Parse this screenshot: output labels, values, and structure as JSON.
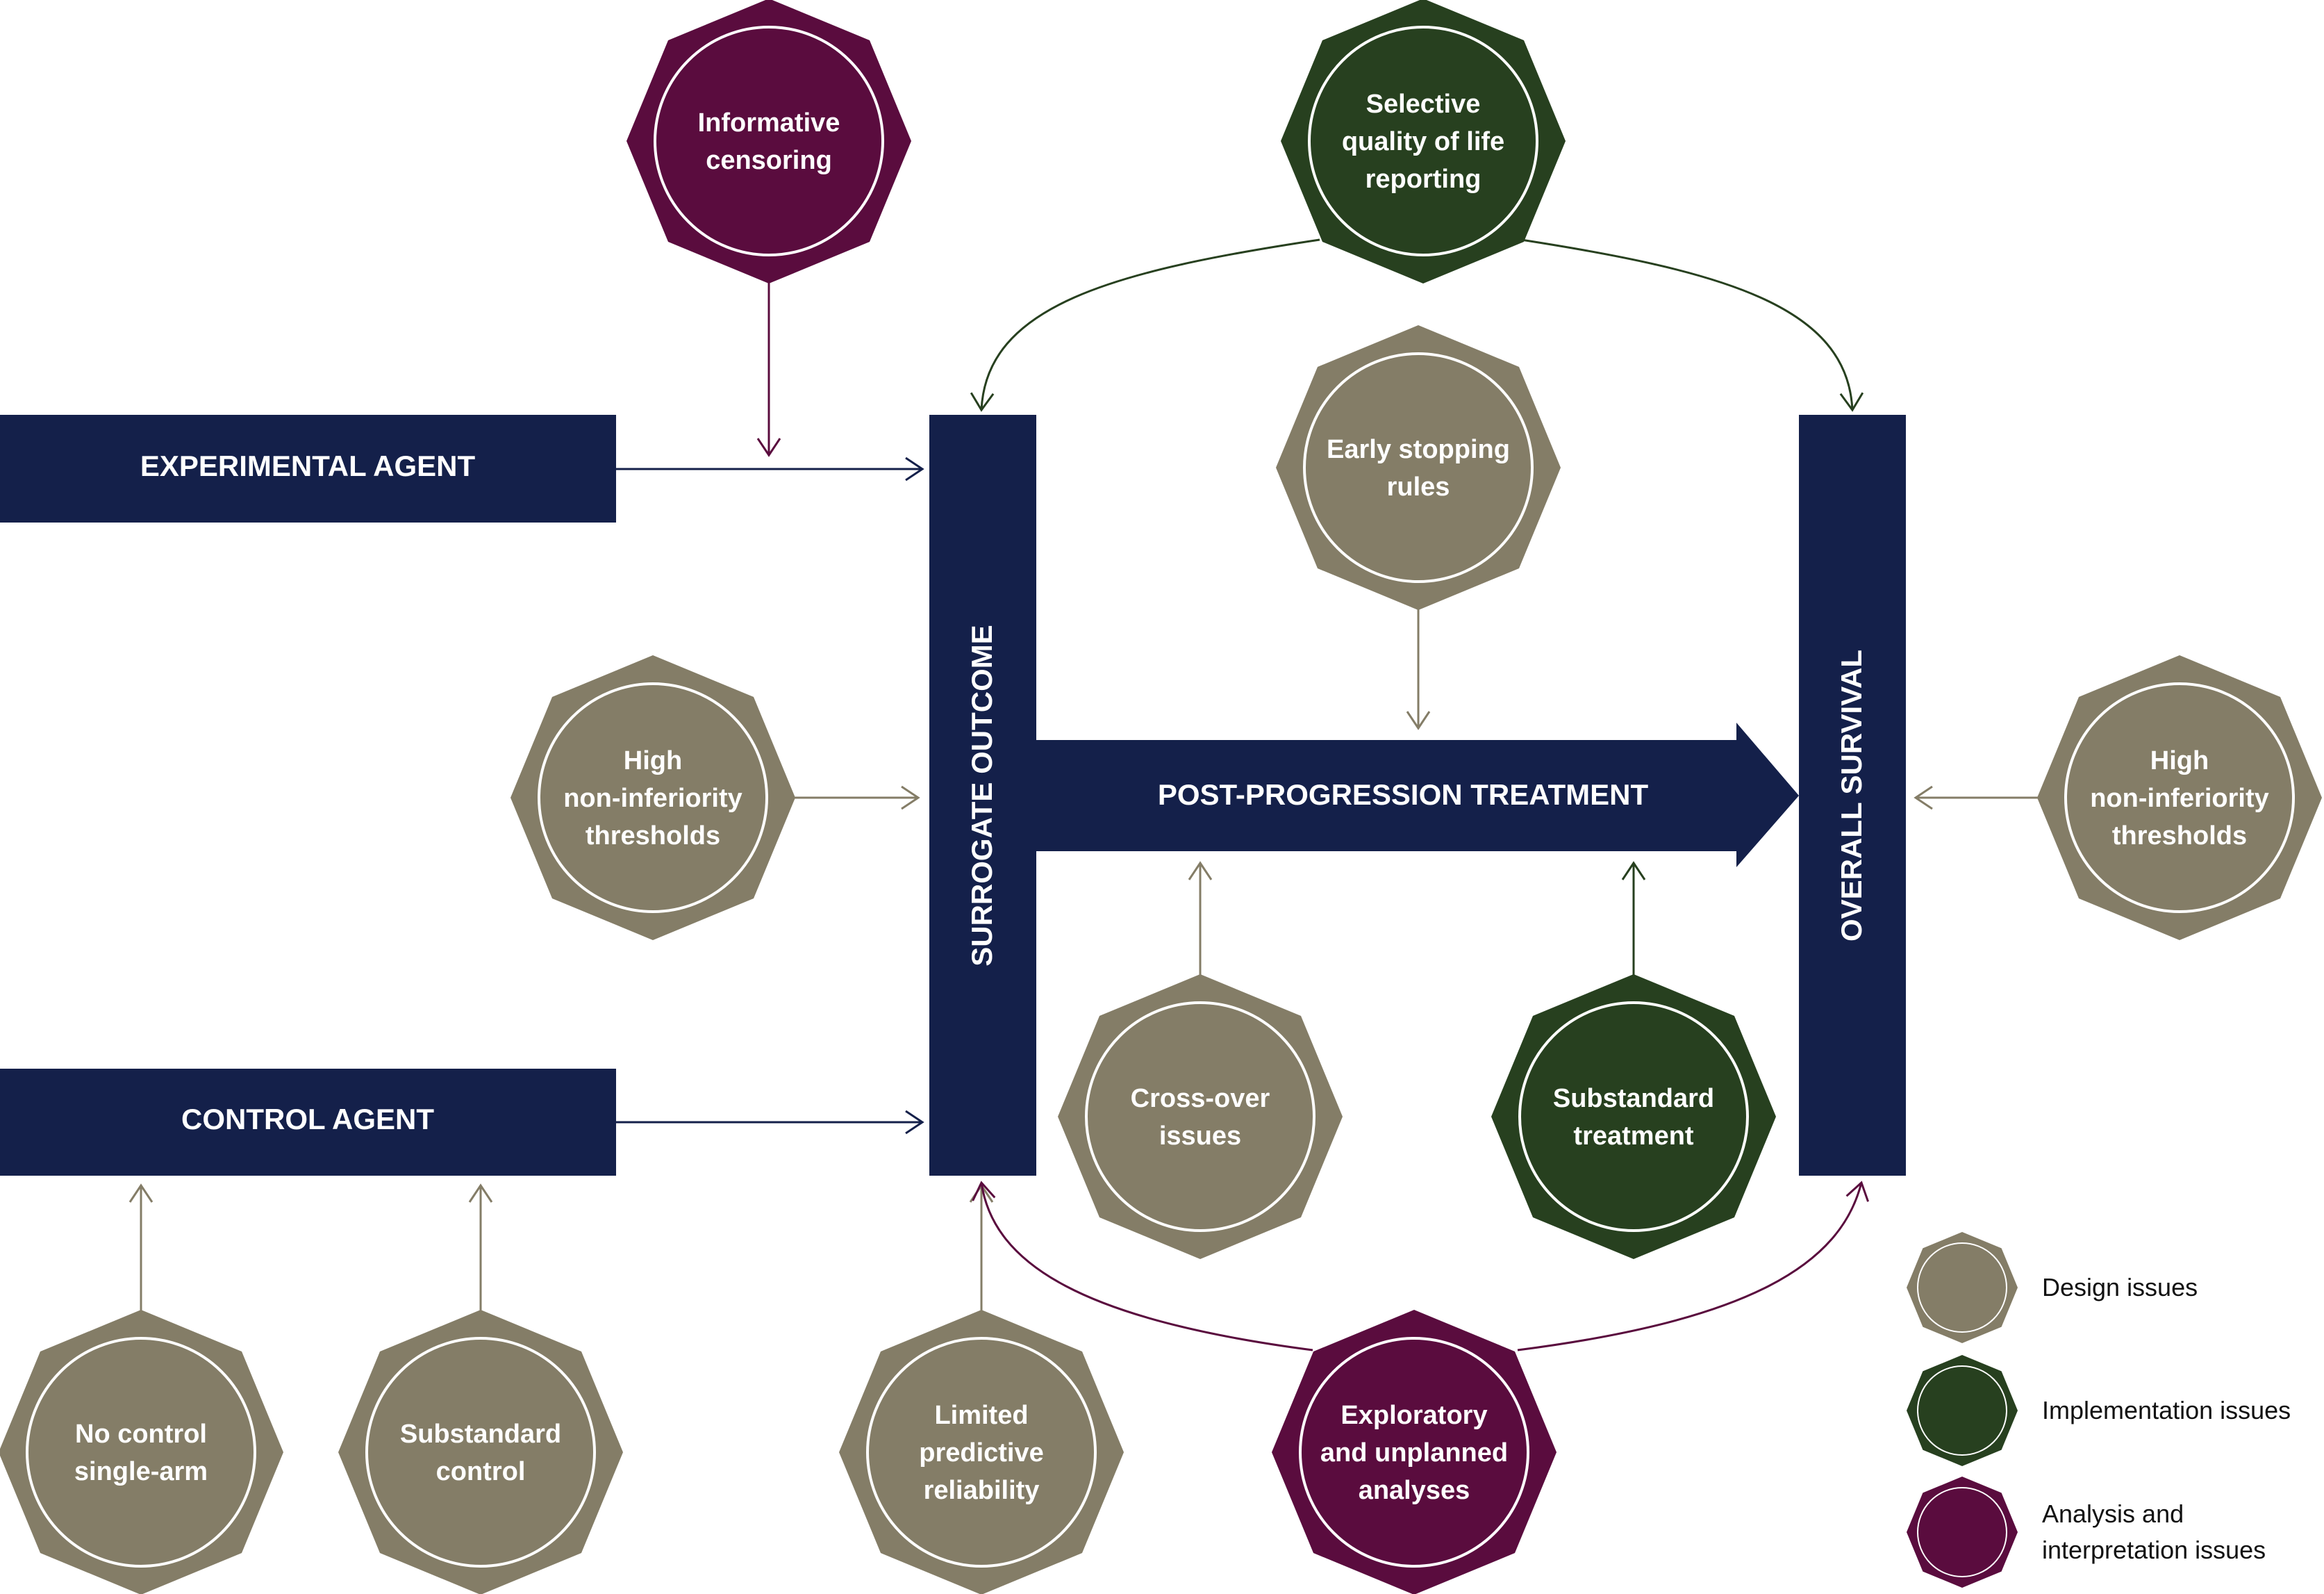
{
  "colors": {
    "navy": "#14204a",
    "design": "#847d67",
    "implementation": "#27401f",
    "analysis": "#5a0c3e",
    "ring": "#ffffff"
  },
  "boxes": {
    "experimental_agent": "EXPERIMENTAL AGENT",
    "control_agent": "CONTROL AGENT",
    "surrogate_outcome": "SURROGATE OUTCOME",
    "overall_survival": "OVERALL SURVIVAL",
    "post_progression_treatment": "POST-PROGRESSION TREATMENT"
  },
  "nodes": [
    {
      "id": "informative-censoring",
      "category": "analysis",
      "lines": [
        "Informative",
        "censoring"
      ]
    },
    {
      "id": "selective-qol-reporting",
      "category": "implementation",
      "lines": [
        "Selective",
        "quality of life",
        "reporting"
      ]
    },
    {
      "id": "early-stopping-rules",
      "category": "design",
      "lines": [
        "Early stopping",
        "rules"
      ]
    },
    {
      "id": "high-ni-thresholds-left",
      "category": "design",
      "lines": [
        "High",
        "non-inferiority",
        "thresholds"
      ]
    },
    {
      "id": "high-ni-thresholds-right",
      "category": "design",
      "lines": [
        "High",
        "non-inferiority",
        "thresholds"
      ]
    },
    {
      "id": "cross-over-issues",
      "category": "design",
      "lines": [
        "Cross-over",
        "issues"
      ]
    },
    {
      "id": "substandard-treatment",
      "category": "implementation",
      "lines": [
        "Substandard",
        "treatment"
      ]
    },
    {
      "id": "no-control-single-arm",
      "category": "design",
      "lines": [
        "No control",
        "single-arm"
      ]
    },
    {
      "id": "substandard-control",
      "category": "design",
      "lines": [
        "Substandard",
        "control"
      ]
    },
    {
      "id": "limited-predictive-reliability",
      "category": "design",
      "lines": [
        "Limited",
        "predictive",
        "reliability"
      ]
    },
    {
      "id": "exploratory-unplanned-analyses",
      "category": "analysis",
      "lines": [
        "Exploratory",
        "and unplanned",
        "analyses"
      ]
    }
  ],
  "legend": [
    {
      "category": "design",
      "lines": [
        "Design issues"
      ]
    },
    {
      "category": "implementation",
      "lines": [
        "Implementation issues"
      ]
    },
    {
      "category": "analysis",
      "lines": [
        "Analysis and",
        "interpretation issues"
      ]
    }
  ]
}
